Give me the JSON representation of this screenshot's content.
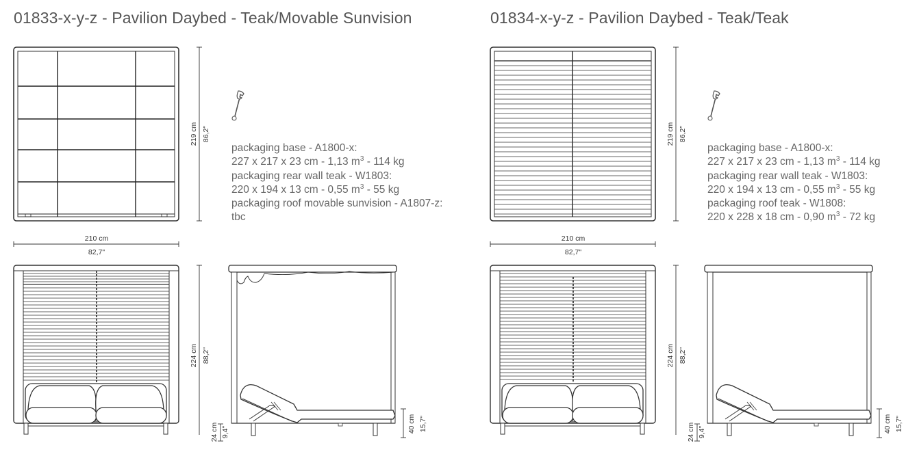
{
  "products": [
    {
      "title": "01833-x-y-z - Pavilion Daybed - Teak/Movable Sunvision",
      "packaging": [
        {
          "text": "packaging base - A1800-x:"
        },
        {
          "pre": "227 x 217 x 23 cm - 1,13 m",
          "sup": "3",
          "post": " - 114 kg"
        },
        {
          "text": "packaging rear wall teak - W1803:"
        },
        {
          "pre": "220 x 194 x 13 cm - 0,55 m",
          "sup": "3",
          "post": " - 55 kg"
        },
        {
          "text": "packaging roof movable sunvision - A1807-z:"
        },
        {
          "text": "tbc"
        }
      ],
      "dims": {
        "depth_cm": "219 cm",
        "depth_in": "86,2\"",
        "width_cm": "210 cm",
        "width_in": "82,7\"",
        "height_cm": "224 cm",
        "height_in": "88,2\"",
        "base_cm": "24 cm",
        "base_in": "9,4\"",
        "seat_cm": "40 cm",
        "seat_in": "15,7\""
      }
    },
    {
      "title": "01834-x-y-z - Pavilion Daybed - Teak/Teak",
      "packaging": [
        {
          "text": "packaging base - A1800-x:"
        },
        {
          "pre": "227 x 217 x 23 cm - 1,13 m",
          "sup": "3",
          "post": " - 114 kg"
        },
        {
          "text": "packaging rear wall teak - W1803:"
        },
        {
          "pre": "220 x 194 x 13 cm - 0,55 m",
          "sup": "3",
          "post": " - 55 kg"
        },
        {
          "text": "packaging roof teak - W1808:"
        },
        {
          "pre": "220 x 228 x 18 cm - 0,90 m",
          "sup": "3",
          "post": " - 72 kg"
        }
      ],
      "dims": {
        "depth_cm": "219 cm",
        "depth_in": "86,2\"",
        "width_cm": "210 cm",
        "width_in": "82,7\"",
        "height_cm": "224 cm",
        "height_in": "88,2\"",
        "base_cm": "24 cm",
        "base_in": "9,4\"",
        "seat_cm": "40 cm",
        "seat_in": "15,7\""
      }
    }
  ],
  "icons": [
    "wrench-icon"
  ]
}
